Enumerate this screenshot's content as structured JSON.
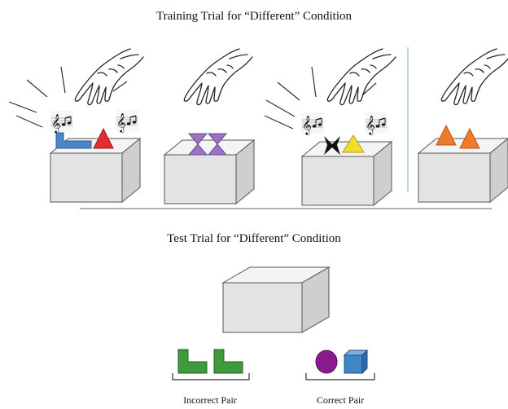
{
  "training": {
    "title": "Training Trial for “Different” Condition"
  },
  "test": {
    "title": "Test Trial for “Different” Condition",
    "incorrect_label": "Incorrect Pair",
    "correct_label": "Correct Pair"
  },
  "icons": {
    "music": "music-notes-icon",
    "hand": "hand-icon"
  },
  "colors": {
    "blue": "#4a86c8",
    "red": "#e02e2e",
    "purple": "#9b72c4",
    "yellow": "#f3dc2c",
    "orange": "#ee7a2b",
    "green": "#3d9a3d",
    "cube_blue": "#3f86c6",
    "circle_purple": "#8b1a8e",
    "divider": "#a9c8e6"
  }
}
